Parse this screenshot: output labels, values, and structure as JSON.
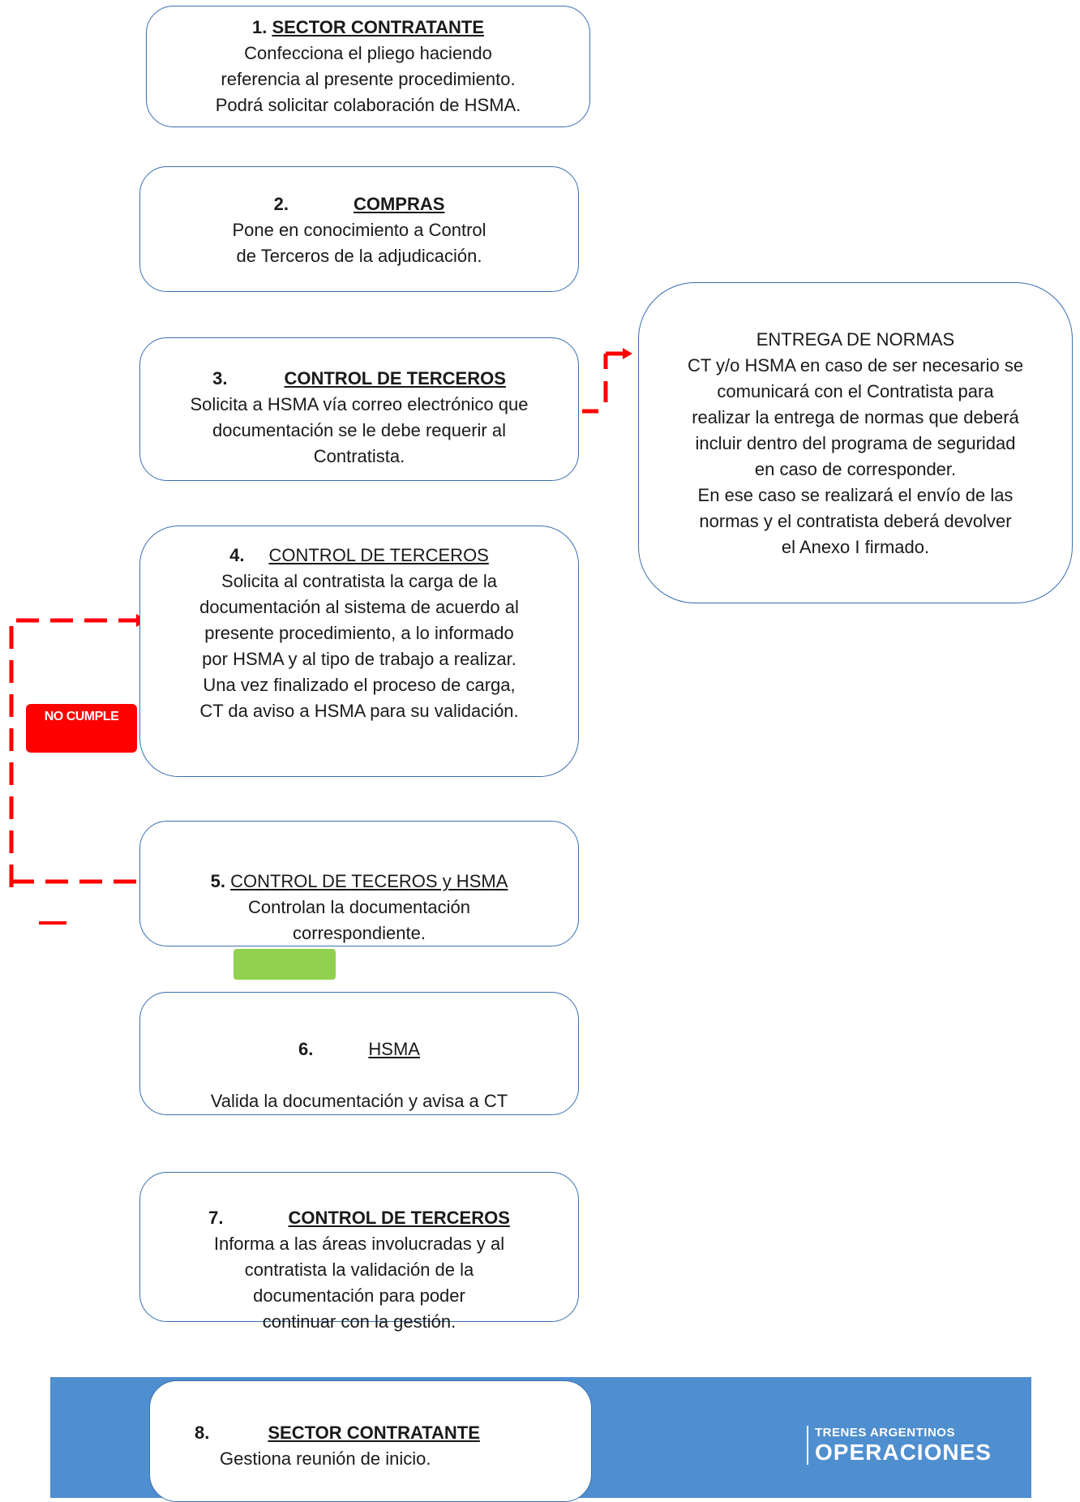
{
  "steps": [
    {
      "num": "1.",
      "title": "SECTOR CONTRATANTE",
      "body": "Confecciona el pliego haciendo\nreferencia al presente procedimiento.\nPodrá solicitar colaboración de HSMA."
    },
    {
      "num": "2.",
      "title": "COMPRAS",
      "body": "Pone en conocimiento a Control\nde Terceros de la adjudicación."
    },
    {
      "num": "3.",
      "title": "CONTROL DE TERCEROS",
      "body": "Solicita a HSMA vía correo electrónico que\ndocumentación se le debe requerir al\nContratista."
    },
    {
      "num": "4.",
      "title": "CONTROL DE TERCEROS",
      "body": "Solicita al contratista la carga de la\ndocumentación al sistema de acuerdo al\npresente procedimiento, a lo informado\npor HSMA y al tipo de trabajo a realizar.\nUna vez finalizado el proceso de carga,\nCT da aviso a HSMA para su validación."
    },
    {
      "num": "5.",
      "title": "CONTROL DE TECEROS y HSMA",
      "body": "Controlan la documentación\ncorrespondiente."
    },
    {
      "num": "6.",
      "title": "HSMA",
      "body": "Valida la documentación y avisa a CT"
    },
    {
      "num": "7.",
      "title": "CONTROL DE TERCEROS",
      "body": "Informa a las áreas involucradas y al\ncontratista la validación de la\ndocumentación para poder\ncontinuar con la gestión."
    },
    {
      "num": "8.",
      "title": "SECTOR CONTRATANTE",
      "body": "Gestiona reunión de inicio."
    }
  ],
  "side_box": {
    "title": "ENTREGA DE NORMAS",
    "body": "CT y/o HSMA en caso de ser necesario se\ncomunicará con el Contratista para\nrealizar la entrega de normas que deberá\nincluir dentro del programa de seguridad\nen caso de corresponder.\nEn ese caso se realizará el envío de las\nnormas y el contratista deberá devolver\nel Anexo I firmado."
  },
  "no_cumple_label": "NO CUMPLE",
  "footer": {
    "logo_line1": "TRENES ARGENTINOS",
    "logo_line2": "OPERACIONES"
  },
  "colors": {
    "box_border": "#3a6fb0",
    "loop_arrow": "#ff0000",
    "no_cumple_bg": "#ff0000",
    "green_tag": "#92d050",
    "footer_band": "#4f8fcf"
  }
}
